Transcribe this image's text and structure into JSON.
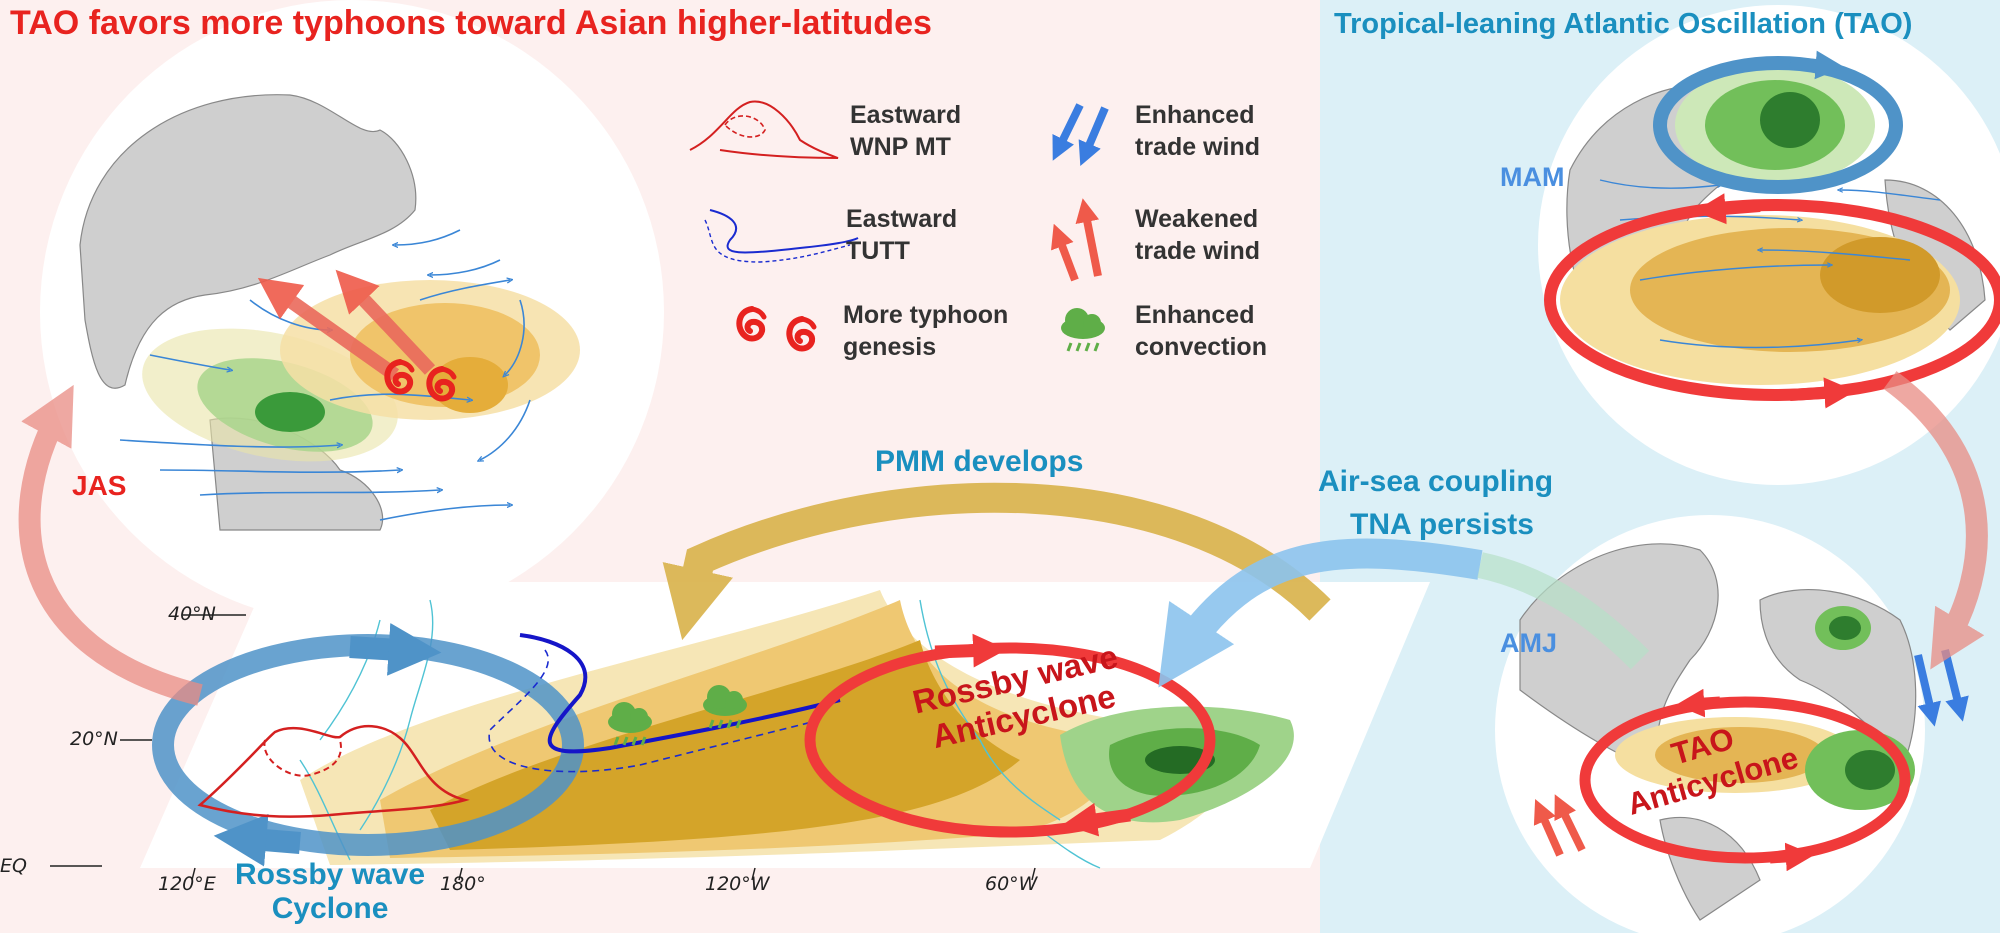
{
  "titles": {
    "left": "TAO favors more typhoons toward Asian higher-latitudes",
    "right": "Tropical-leaning Atlantic Oscillation (TAO)"
  },
  "legend": {
    "wnp_mt": [
      "Eastward",
      "WNP MT"
    ],
    "tutt": [
      "Eastward",
      "TUTT"
    ],
    "typhoon": [
      "More typhoon",
      "genesis"
    ],
    "trade_enhanced": [
      "Enhanced",
      "trade wind"
    ],
    "trade_weakened": [
      "Weakened",
      "trade wind"
    ],
    "convection": [
      "Enhanced",
      "convection"
    ]
  },
  "seasons": {
    "jas": "JAS",
    "mam": "MAM",
    "amj": "AMJ"
  },
  "flows": {
    "pmm": "PMM develops",
    "coupling": [
      "Air-sea coupling",
      "TNA persists"
    ]
  },
  "map_labels": {
    "rossby_anticyclone": [
      "Rossby wave",
      "Anticyclone"
    ],
    "rossby_cyclone": [
      "Rossby wave",
      "Cyclone"
    ],
    "tao_anticyclone": [
      "TAO",
      "Anticyclone"
    ]
  },
  "axes": {
    "lat": [
      "40°N",
      "20°N",
      "EQ"
    ],
    "lon": [
      "120°E",
      "180°",
      "120°W",
      "60°W"
    ]
  },
  "colors": {
    "title_red": "#e8231f",
    "title_blue": "#1a8fbf",
    "panel_left_bg": "#fdf0ef",
    "panel_right_bg": "#dcf0f7",
    "warm_anomaly": "#d4a429",
    "wet_anomaly": "#4aa83a",
    "cyclone_arrow": "#4f93c8",
    "anticyclone_arrow": "#f03a3a"
  },
  "icons": [
    "typhoon-icon",
    "rain-cloud-icon",
    "trade-wind-arrow-icon"
  ]
}
